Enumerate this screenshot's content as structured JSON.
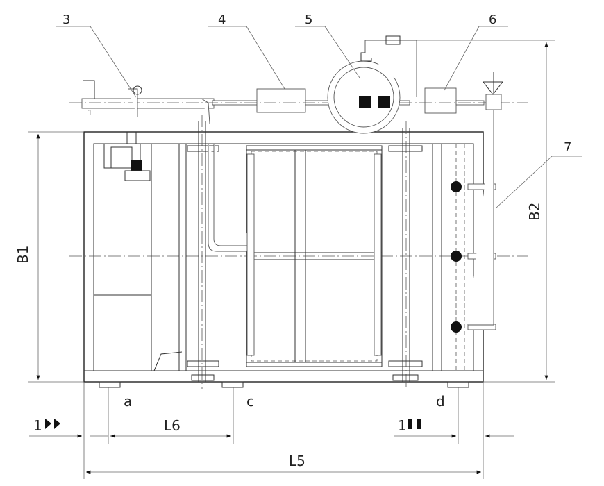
{
  "callouts": [
    "3",
    "4",
    "5",
    "6",
    "7"
  ],
  "dimensions": {
    "B1": "B1",
    "B2": "B2",
    "L5": "L5",
    "L6": "L6",
    "mark_a": "a",
    "mark_c": "c",
    "mark_d": "d",
    "left_offset": "1",
    "right_offset": "1",
    "pipe_mark": "1"
  }
}
